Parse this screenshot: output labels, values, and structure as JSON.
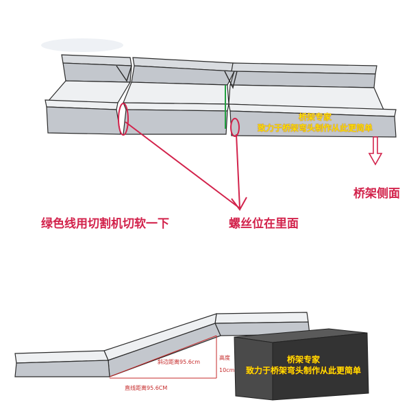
{
  "top_diagram": {
    "watermark_text": "桥架专家",
    "watermark_slogan": "致力于桥架弯头制作从此更简单",
    "label_green_line": "绿色线用切割机切软一下",
    "label_screw": "螺丝位在里面",
    "label_side": "桥架侧面"
  },
  "bottom_diagram": {
    "watermark_text": "桥架专家",
    "watermark_slogan": "致力于桥架弯头制作从此更简单",
    "label_slope": "斜边距离95.6cm",
    "label_height_word": "高度",
    "label_height_value": "10cm",
    "label_straight": "直线距离95.6CM"
  },
  "colors": {
    "tray_face": "#c3c7cd",
    "tray_top": "#eef0f2",
    "tray_outline": "#2b2b2b",
    "box_dark": "#3a3a3a",
    "annotation_red": "#d2224b",
    "cut_line_green": "#20a040",
    "watermark_yellow": "#ffe500"
  }
}
